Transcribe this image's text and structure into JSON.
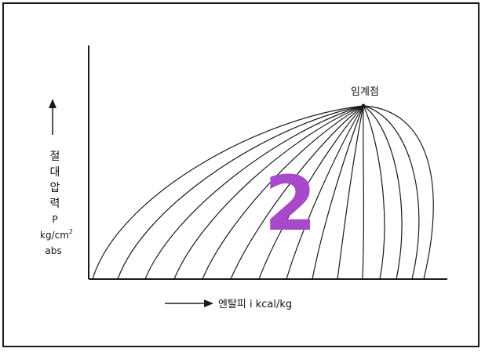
{
  "diagram": {
    "critical_point_label": "임계점",
    "y_axis_label_chars": [
      "절",
      "대",
      "압",
      "력"
    ],
    "y_axis_symbol": "P",
    "y_axis_unit": "kg/cm",
    "y_axis_unit_sup": "2",
    "y_axis_unit_suffix": "abs",
    "x_axis_label": "엔탈피 i kcal/kg",
    "overlay_number": "2"
  },
  "colors": {
    "lines": "#1a1a1a",
    "overlay": "#a64ac9",
    "frame": "#1a1a1a"
  }
}
